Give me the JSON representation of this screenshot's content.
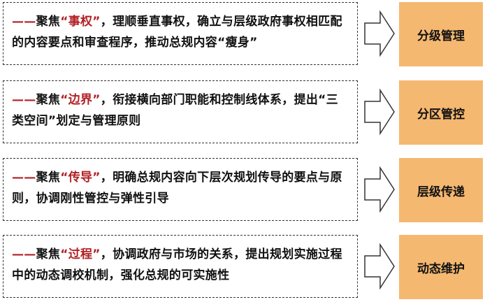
{
  "rows": [
    {
      "dash": "——",
      "focus_word": "聚焦",
      "quoted_term": "“事权”",
      "body": "，理顺垂直事权，确立与层级政府事权相匹配的内容要点和审查程序，推动总规内容“瘦身”",
      "tag": "分级管理"
    },
    {
      "dash": "——",
      "focus_word": "聚焦",
      "quoted_term": "“边界”",
      "body": "，衔接横向部门职能和控制线体系，提出“三类空间”划定与管理原则",
      "tag": "分区管控"
    },
    {
      "dash": "——",
      "focus_word": "聚焦",
      "quoted_term": "“传导”",
      "body": "，明确总规内容向下层次规划传导的要点与原则，协调刚性管控与弹性引导",
      "tag": "层级传递"
    },
    {
      "dash": "——",
      "focus_word": "聚焦",
      "quoted_term": "“过程”",
      "body": "，协调政府与市场的关系，提出规划实施过程中的动态调校机制，强化总规的可实施性",
      "tag": "动态维护"
    }
  ],
  "colors": {
    "accent": "#b11f24",
    "tag_fill": "#f5b871",
    "border": "#333333"
  },
  "icons": {
    "connector": "right-arrow-outline-icon"
  }
}
